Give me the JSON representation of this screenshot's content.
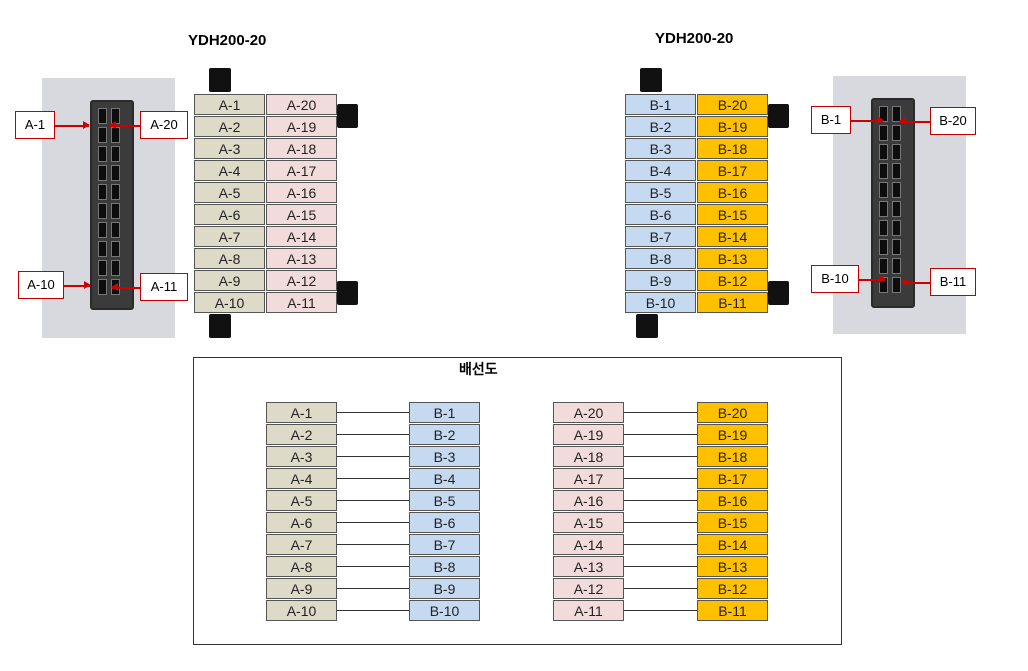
{
  "connector_a": {
    "title": "YDH200-20",
    "left_pins": [
      "A-1",
      "A-2",
      "A-3",
      "A-4",
      "A-5",
      "A-6",
      "A-7",
      "A-8",
      "A-9",
      "A-10"
    ],
    "right_pins": [
      "A-20",
      "A-19",
      "A-18",
      "A-17",
      "A-16",
      "A-15",
      "A-14",
      "A-13",
      "A-12",
      "A-11"
    ],
    "callouts": [
      "A-1",
      "A-20",
      "A-10",
      "A-11"
    ]
  },
  "connector_b": {
    "title": "YDH200-20",
    "left_pins": [
      "B-1",
      "B-2",
      "B-3",
      "B-4",
      "B-5",
      "B-6",
      "B-7",
      "B-8",
      "B-9",
      "B-10"
    ],
    "right_pins": [
      "B-20",
      "B-19",
      "B-18",
      "B-17",
      "B-16",
      "B-15",
      "B-14",
      "B-13",
      "B-12",
      "B-11"
    ],
    "callouts": [
      "B-1",
      "B-20",
      "B-10",
      "B-11"
    ]
  },
  "wiring": {
    "title": "배선도",
    "group1": {
      "from": [
        "A-1",
        "A-2",
        "A-3",
        "A-4",
        "A-5",
        "A-6",
        "A-7",
        "A-8",
        "A-9",
        "A-10"
      ],
      "to": [
        "B-1",
        "B-2",
        "B-3",
        "B-4",
        "B-5",
        "B-6",
        "B-7",
        "B-8",
        "B-9",
        "B-10"
      ]
    },
    "group2": {
      "from": [
        "A-20",
        "A-19",
        "A-18",
        "A-17",
        "A-16",
        "A-15",
        "A-14",
        "A-13",
        "A-12",
        "A-11"
      ],
      "to": [
        "B-20",
        "B-19",
        "B-18",
        "B-17",
        "B-16",
        "B-15",
        "B-14",
        "B-13",
        "B-12",
        "B-11"
      ]
    }
  },
  "colors": {
    "a_odd_column": "#dddac8",
    "a_even_column": "#f2dcdb",
    "b_odd_column": "#c5d9f1",
    "b_even_column": "#ffc000",
    "callout_border": "#c00000"
  }
}
